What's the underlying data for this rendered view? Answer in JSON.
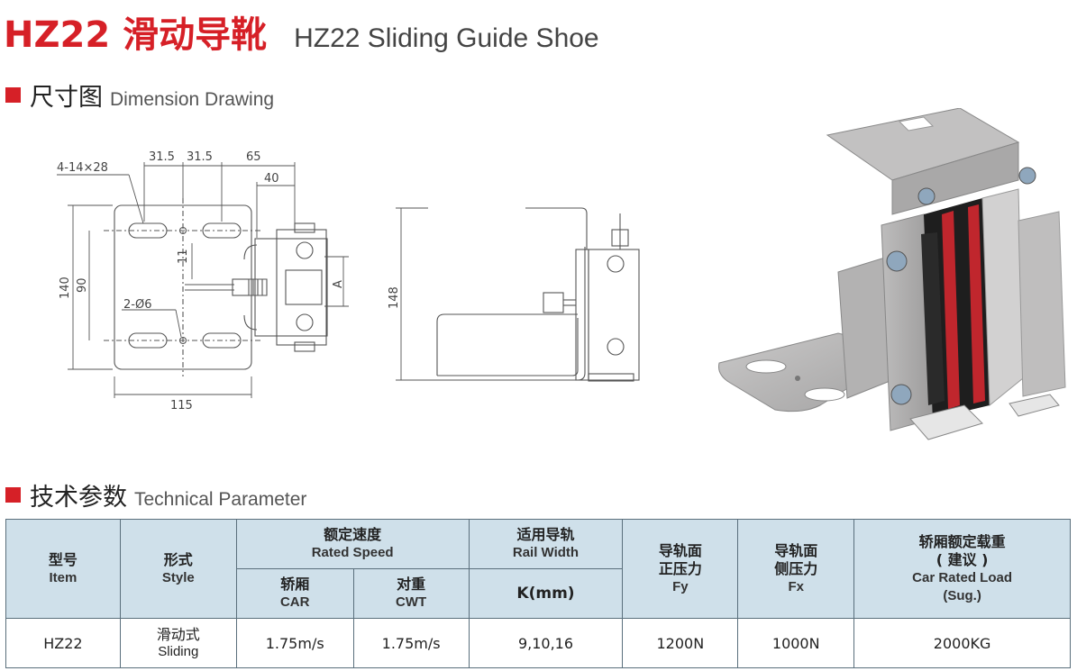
{
  "header": {
    "title_cn": "HZ22 滑动导靴",
    "title_en": "HZ22 Sliding Guide Shoe"
  },
  "sections": {
    "drawing": {
      "cn": "尺寸图",
      "en": "Dimension Drawing"
    },
    "params": {
      "cn": "技术参数",
      "en": "Technical Parameter"
    }
  },
  "drawing_labels": {
    "slots": "4-14×28",
    "dim_315a": "31.5",
    "dim_315b": "31.5",
    "dim_65": "65",
    "dim_40": "40",
    "dim_11": "11",
    "dim_90": "90",
    "dim_140": "140",
    "hole": "2-Ø6",
    "dim_115": "115",
    "dim_a": "A",
    "dim_148": "148"
  },
  "table": {
    "headers": {
      "item": {
        "cn": "型号",
        "en": "Item"
      },
      "style": {
        "cn": "形式",
        "en": "Style"
      },
      "speed": {
        "cn": "额定速度",
        "en": "Rated Speed"
      },
      "car": {
        "cn": "轿厢",
        "en": "CAR"
      },
      "cwt": {
        "cn": "对重",
        "en": "CWT"
      },
      "rail": {
        "cn": "适用导轨",
        "en": "Rail Width"
      },
      "k": "K(mm)",
      "fy": {
        "cn1": "导轨面",
        "cn2": "正压力",
        "en": "Fy"
      },
      "fx": {
        "cn1": "导轨面",
        "cn2": "侧压力",
        "en": "Fx"
      },
      "load": {
        "cn1": "轿厢额定载重",
        "cn2": "( 建议 )",
        "en1": "Car Rated Load",
        "en2": "(Sug.)"
      }
    },
    "row": {
      "item": "HZ22",
      "style_cn": "滑动式",
      "style_en": "Sliding",
      "car": "1.75m/s",
      "cwt": "1.75m/s",
      "k": "9,10,16",
      "fy": "1200N",
      "fx": "1000N",
      "load": "2000KG"
    }
  },
  "colors": {
    "accent": "#d62027",
    "header_bg": "#cfe0ea",
    "border": "#5a6f7c"
  }
}
